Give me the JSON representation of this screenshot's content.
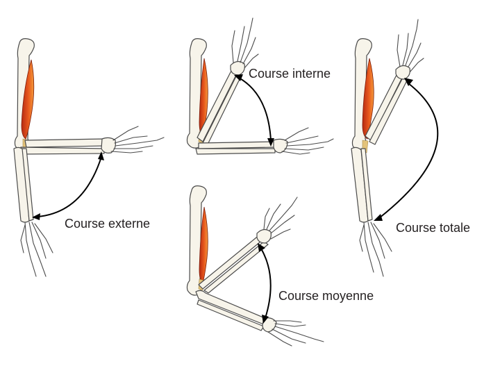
{
  "figure": {
    "colors": {
      "muscle_dark": "#b52a12",
      "muscle_mid": "#e8581d",
      "muscle_light": "#f39a3a",
      "tendon": "#e3c37a",
      "bone_fill": "#f7f4ea",
      "bone_stroke": "#4a4a4a",
      "arrow": "#000000",
      "text": "#231f20"
    },
    "panels": [
      {
        "id": "externe",
        "label": "Course externe"
      },
      {
        "id": "interne",
        "label": "Course interne"
      },
      {
        "id": "moyenne",
        "label": "Course moyenne"
      },
      {
        "id": "totale",
        "label": "Course totale"
      }
    ]
  }
}
